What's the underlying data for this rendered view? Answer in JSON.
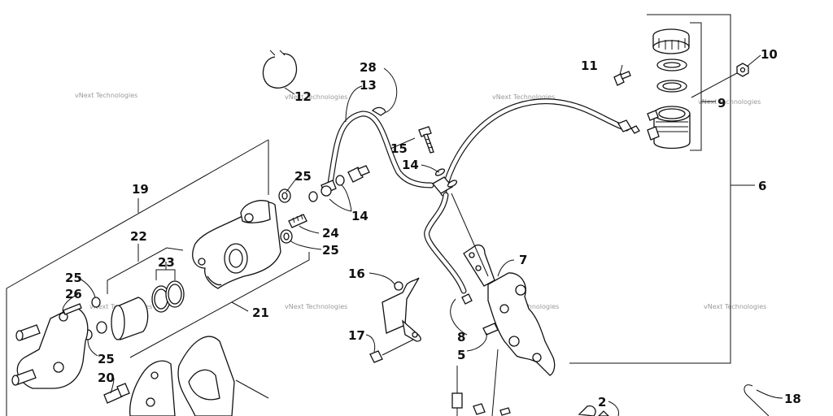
{
  "watermark": "vNext Technologies",
  "callouts": {
    "c2": "2",
    "c5": "5",
    "c6": "6",
    "c7": "7",
    "c8": "8",
    "c9": "9",
    "c10": "10",
    "c11": "11",
    "c12": "12",
    "c13": "13",
    "c14a": "14",
    "c14b": "14",
    "c15": "15",
    "c16": "16",
    "c17": "17",
    "c18": "18",
    "c19": "19",
    "c20": "20",
    "c21": "21",
    "c22": "22",
    "c23": "23",
    "c24": "24",
    "c25a": "25",
    "c25b": "25",
    "c25c": "25",
    "c25d": "25",
    "c26": "26",
    "c28": "28"
  },
  "colors": {
    "line": "#111111",
    "watermark": "#9a9a9a",
    "background": "#ffffff"
  }
}
